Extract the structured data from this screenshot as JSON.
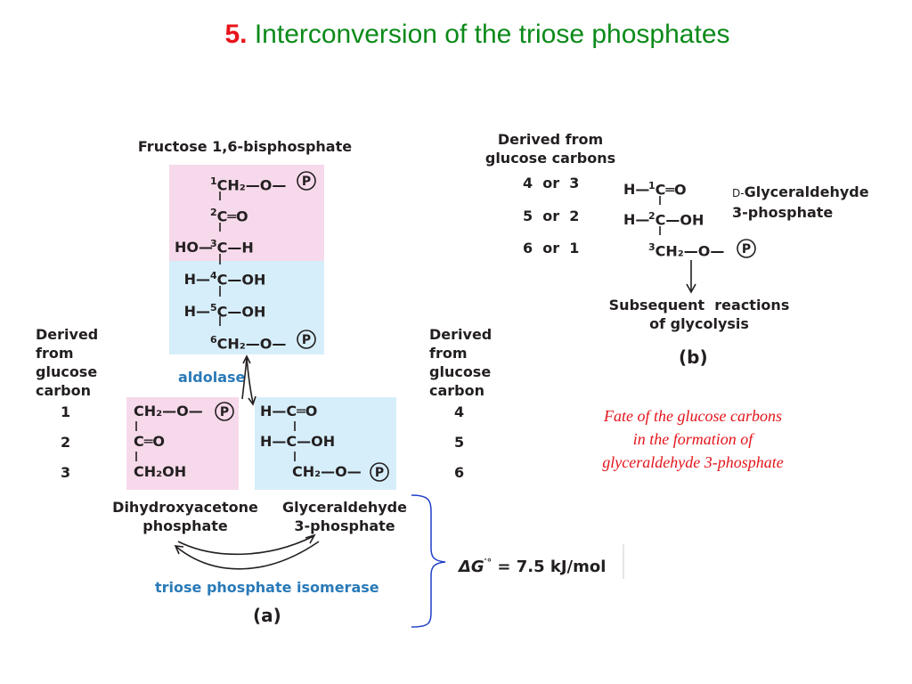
{
  "title": {
    "number": "5.",
    "text": "Interconversion of the triose phosphates"
  },
  "panel_a": {
    "f16bp_label": "Fructose 1,6-bisphosphate",
    "f16bp_rows": [
      {
        "num": "1",
        "left": "",
        "atom": "CH₂",
        "right": "—O—",
        "phos": "P"
      },
      {
        "num": "2",
        "left": "",
        "atom": "C",
        "right": "═O",
        "phos": ""
      },
      {
        "num": "3",
        "left": "HO—",
        "atom": "C",
        "right": "—H",
        "phos": ""
      },
      {
        "num": "4",
        "left": "H—",
        "atom": "C",
        "right": "—OH",
        "phos": ""
      },
      {
        "num": "5",
        "left": "H—",
        "atom": "C",
        "right": "—OH",
        "phos": ""
      },
      {
        "num": "6",
        "left": "",
        "atom": "CH₂",
        "right": "—O—",
        "phos": "P"
      }
    ],
    "derived_left": [
      "Derived",
      "from",
      "glucose",
      "carbon"
    ],
    "derived_left_nums": [
      "1",
      "2",
      "3"
    ],
    "derived_right": [
      "Derived",
      "from",
      "glucose",
      "carbon"
    ],
    "derived_right_nums": [
      "4",
      "5",
      "6"
    ],
    "aldolase": "aldolase",
    "dhap_rows": [
      "CH₂—O—",
      "C═O",
      "CH₂OH"
    ],
    "dhap_phos": "P",
    "gap_rows": [
      "H—C═O",
      "H—C—OH",
      "CH₂—O—"
    ],
    "gap_phos": "P",
    "dhap_name": [
      "Dihydroxyacetone",
      "phosphate"
    ],
    "gap_name": [
      "Glyceraldehyde",
      "3-phosphate"
    ],
    "isomerase": "triose phosphate isomerase",
    "panel_label": "(a)",
    "delta_g": {
      "symbol": "ΔG",
      "sup": "′°",
      "rest": " =  7.5  kJ/mol"
    }
  },
  "panel_b": {
    "derived": [
      "Derived  from",
      "glucose carbons"
    ],
    "pairs": [
      "4  or  3",
      "5  or  2",
      "6  or  1"
    ],
    "rows": [
      {
        "num": "1",
        "text_left": "H—",
        "atom": "C",
        "text_right": "═O",
        "phos": ""
      },
      {
        "num": "2",
        "text_left": "H—",
        "atom": "C",
        "text_right": "—OH",
        "phos": ""
      },
      {
        "num": "3",
        "text_left": "",
        "atom": "CH₂",
        "text_right": "—O—",
        "phos": "P"
      }
    ],
    "name_prefix": "D-",
    "name": [
      "Glyceraldehyde",
      "3-phosphate"
    ],
    "subsequent": [
      "Subsequent  reactions",
      "of glycolysis"
    ],
    "panel_label": "(b)"
  },
  "caption": [
    "Fate of the glucose carbons",
    "in the formation of",
    "glyceraldehyde 3-phosphate"
  ],
  "colors": {
    "title_number": "#e8141b",
    "title_text": "#0c8a1a",
    "pink_box": "#f6d9ea",
    "blue_box": "#d6eefa",
    "enzyme": "#2a7ab8",
    "caption": "#e3151c",
    "brace": "#1f3fc7"
  }
}
